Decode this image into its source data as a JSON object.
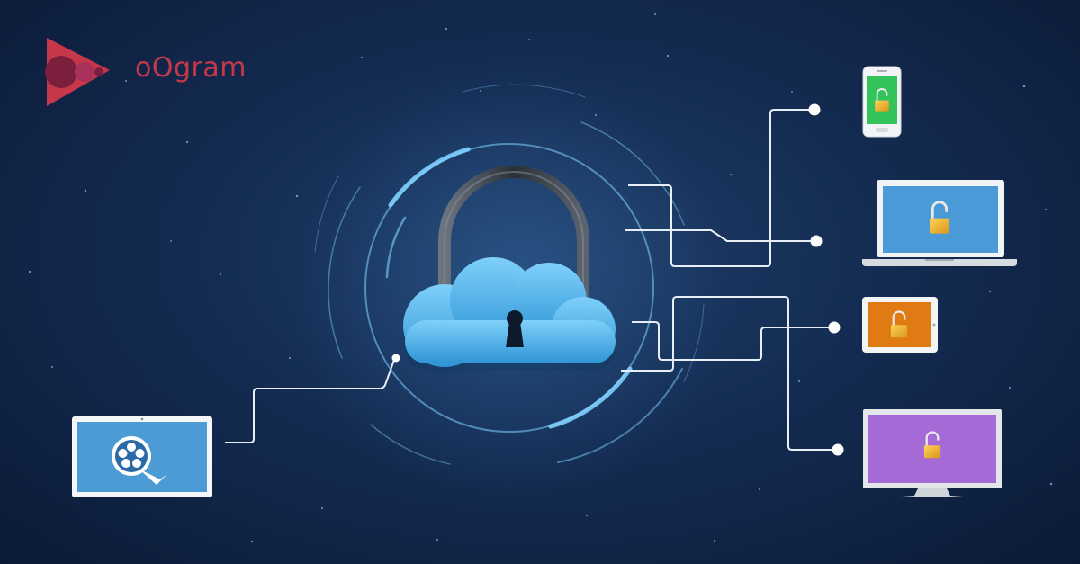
{
  "brand": {
    "name": "oOgram",
    "logo_icon": "play-circles-logo-icon",
    "colors": {
      "text": "#c6374a",
      "logo_primary": "#c6374a",
      "logo_secondary": "#a8325c"
    }
  },
  "scene": {
    "central_icon": "cloud-padlock-icon",
    "source_device": {
      "type": "tablet",
      "screen_icon": "film-reel-icon"
    },
    "target_devices": [
      {
        "type": "smartphone",
        "screen_color": "#34c25a",
        "screen_icon": "open-padlock-icon"
      },
      {
        "type": "laptop",
        "screen_color": "#4a9ad8",
        "screen_icon": "open-padlock-icon"
      },
      {
        "type": "tablet",
        "screen_color": "#e07a12",
        "screen_icon": "open-padlock-icon"
      },
      {
        "type": "tv",
        "screen_color": "#a66ad6",
        "screen_icon": "open-padlock-icon"
      }
    ],
    "colors": {
      "cloud": "#4aaee6",
      "lines": "#e8eef6",
      "rings": "#7fd0ff"
    }
  }
}
